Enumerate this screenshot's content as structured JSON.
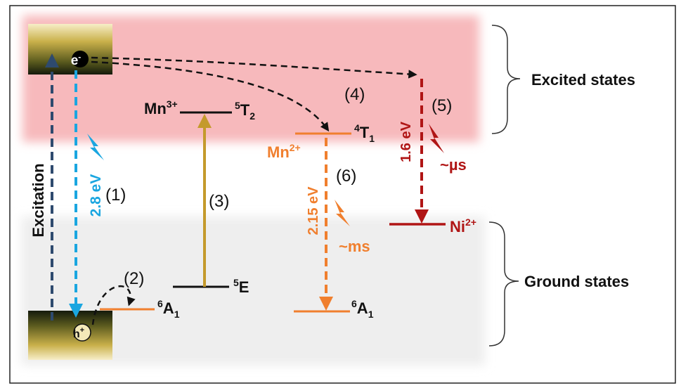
{
  "labels": {
    "electron": "e",
    "electron_sup": "-",
    "hole": "h",
    "hole_sup": "+",
    "excitation": "Excitation",
    "host_emission": "2.8 eV",
    "step1": "(1)",
    "step2": "(2)",
    "step3": "(3)",
    "step4": "(4)",
    "step5": "(5)",
    "step6": "(6)",
    "mn3_ion": "Mn",
    "mn3_charge": "3+",
    "mn3_upper_sup": "5",
    "mn3_upper_main": "T",
    "mn3_upper_sub": "2",
    "mn3_lower_sup": "5",
    "mn3_lower_main": "E",
    "defect_sup": "6",
    "defect_main": "A",
    "defect_sub": "1",
    "mn2_ion": "Mn",
    "mn2_charge": "2+",
    "mn2_upper_sup": "4",
    "mn2_upper_main": "T",
    "mn2_upper_sub": "1",
    "mn2_lower_sup": "6",
    "mn2_lower_main": "A",
    "mn2_lower_sub": "1",
    "mn2_emission": "2.15 eV",
    "mn2_lifetime": "~ms",
    "ni_ion": "Ni",
    "ni_charge": "2+",
    "ni_emission": "1.6 eV",
    "ni_lifetime": "~µs",
    "excited_states": "Excited states",
    "ground_states": "Ground states"
  },
  "colors": {
    "excitation_arrow": "#2e4a6e",
    "host_emission": "#1aa6e0",
    "mn3_transition": "#c49a2c",
    "mn2_color": "#f07f2e",
    "ni_color": "#b01515",
    "excited_region": "#f7b9bc",
    "ground_region": "#eeeeee"
  }
}
